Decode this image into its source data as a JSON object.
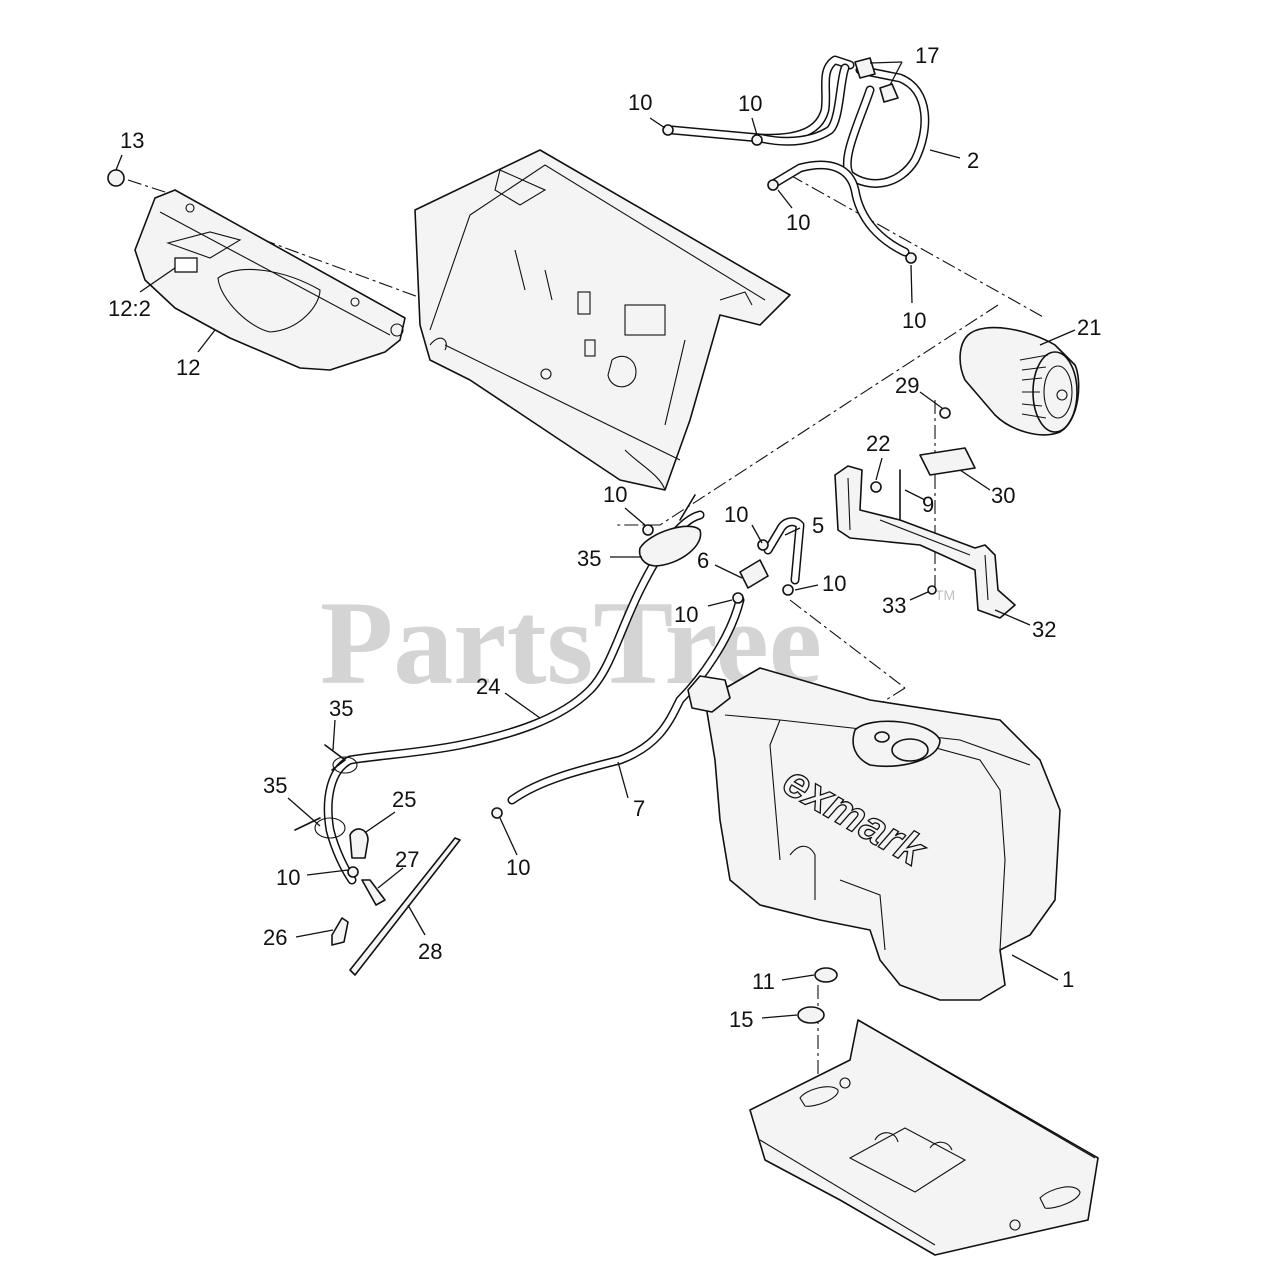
{
  "watermark": {
    "text": "PartsTree",
    "trademark": "TM"
  },
  "brand_logo": "exmark",
  "callouts": {
    "c1": "1",
    "c2": "2",
    "c5": "5",
    "c6": "6",
    "c7": "7",
    "c9": "9",
    "c10": "10",
    "c11": "11",
    "c12": "12",
    "c12_2": "12:2",
    "c13": "13",
    "c15": "15",
    "c17": "17",
    "c21": "21",
    "c22": "22",
    "c24": "24",
    "c25": "25",
    "c26": "26",
    "c27": "27",
    "c28": "28",
    "c29": "29",
    "c30": "30",
    "c32": "32",
    "c33": "33",
    "c35": "35"
  }
}
